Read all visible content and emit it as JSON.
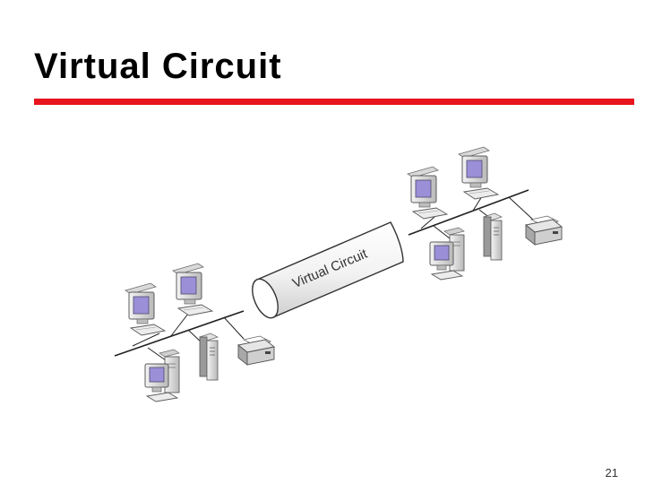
{
  "slide": {
    "title": "Virtual Circuit",
    "page_number": "21"
  },
  "diagram": {
    "tunnel_label": "Virtual Circuit",
    "icons": [
      "desktop-computer-icon",
      "tower-computer-icon",
      "server-icon",
      "printer-icon",
      "network-bus-icon"
    ]
  },
  "colors": {
    "title_rule": "#e8141e",
    "screen": "#9b8fd8"
  }
}
